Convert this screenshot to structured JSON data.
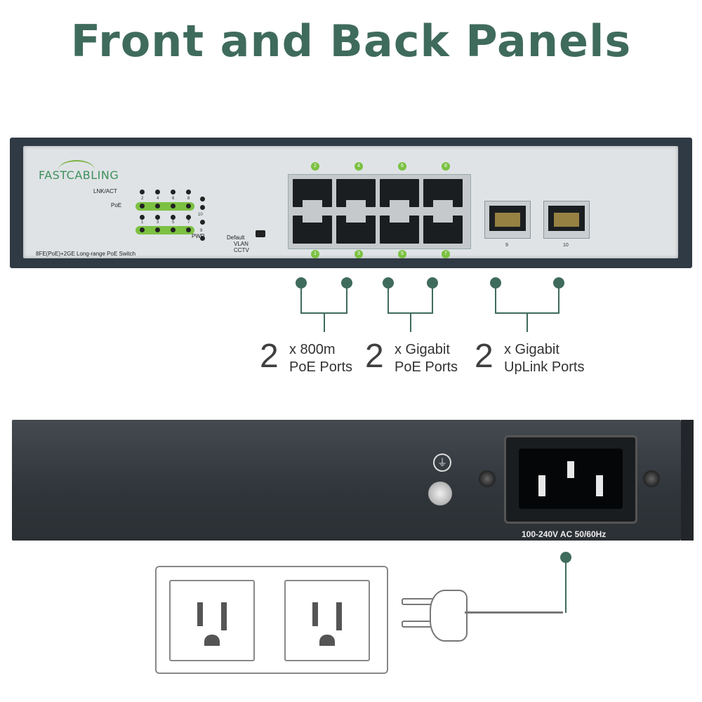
{
  "title": "Front and Back Panels",
  "front_panel": {
    "logo": "FASTCABLING",
    "lnk_act_label": "LNK/ACT",
    "poe_label": "PoE",
    "pwr_label": "PWR",
    "led_top_numbers": [
      "2",
      "4",
      "6",
      "8"
    ],
    "led_bottom_numbers": [
      "1",
      "3",
      "5",
      "7"
    ],
    "led_9": "9",
    "led_10": "10",
    "mode_labels": [
      "Default",
      "VLAN",
      "CCTV"
    ],
    "product_name": "8FE(PoE)+2GE Long-range PoE Switch",
    "port_top_numbers": [
      "2",
      "4",
      "6",
      "8"
    ],
    "port_bottom_numbers": [
      "1",
      "3",
      "5",
      "7"
    ],
    "uplink_labels": [
      "9",
      "10"
    ]
  },
  "callouts": [
    {
      "count": "2",
      "line1": "x 800m",
      "line2": "PoE Ports"
    },
    {
      "count": "2",
      "line1": "x Gigabit",
      "line2": "PoE Ports"
    },
    {
      "count": "2",
      "line1": "x Gigabit",
      "line2": "UpLink Ports"
    }
  ],
  "back_panel": {
    "voltage_label": "100-240V AC 50/60Hz",
    "ground_symbol": "⏚"
  },
  "colors": {
    "accent": "#3f6b5c",
    "led_green": "#7cc142",
    "panel_dark": "#2f3a44"
  }
}
